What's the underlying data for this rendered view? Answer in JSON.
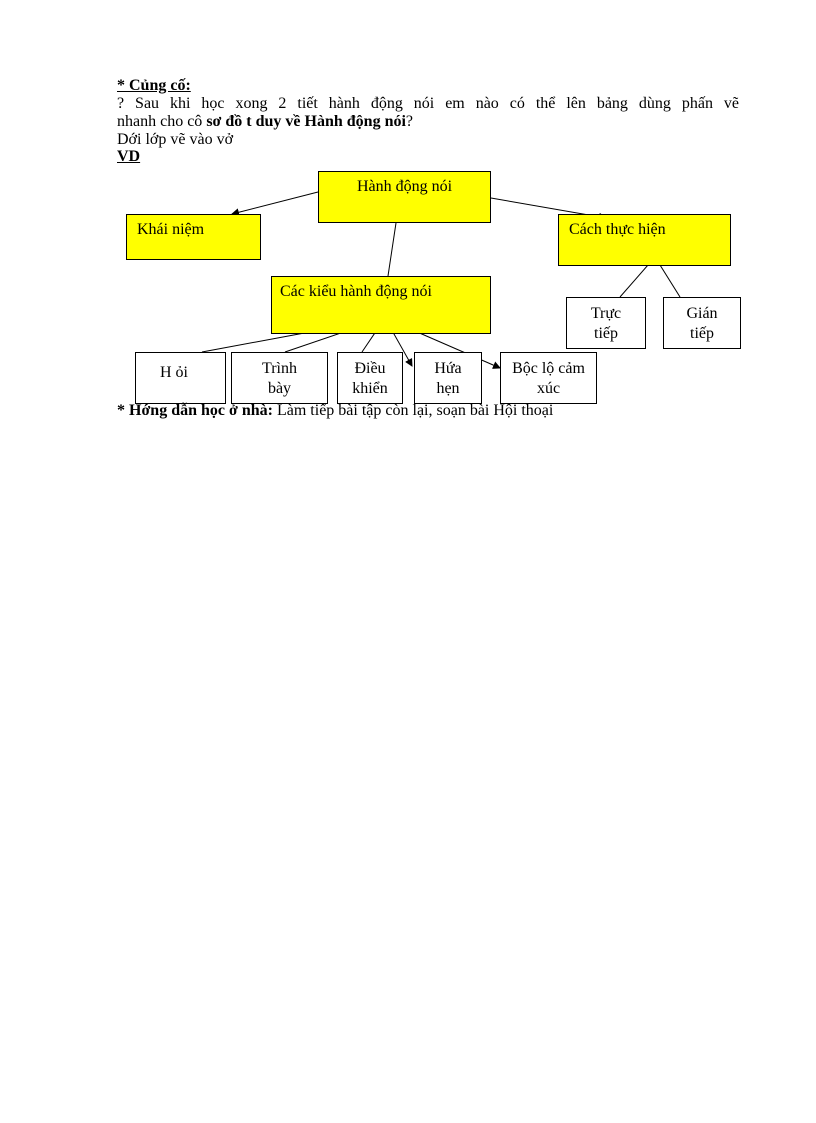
{
  "heading": "* Củng cố:",
  "question_line1": "? Sau khi học xong 2 tiết hành động nói em nào có thể lên bảng dùng phấn vẽ",
  "question_line2_prefix": "nhanh cho cô ",
  "question_line2_bold": "sơ đồ t   duy  về Hành động nói",
  "question_line2_suffix": "?",
  "instruction": "Dới   lớp vẽ vào vở",
  "example_label": "VD",
  "diagram": {
    "root": "Hành động nói",
    "concept": "Khái niệm",
    "method": "Cách thực hiện",
    "types": "Các kiểu hành động nói",
    "direct": "Trực tiếp",
    "indirect": "Gián tiếp",
    "ask": "H ỏi",
    "present": "Trình bày",
    "control": "Điều khiển",
    "promise": "Hứa hẹn",
    "express": "Bộc lộ cảm xúc"
  },
  "homework_label": "* Hớng   dẫn học ở nhà:",
  "homework_text": " Làm tiếp bài tập còn lại, soạn bài Hội thoại",
  "colors": {
    "node_fill": "#ffff00",
    "border": "#000000"
  }
}
